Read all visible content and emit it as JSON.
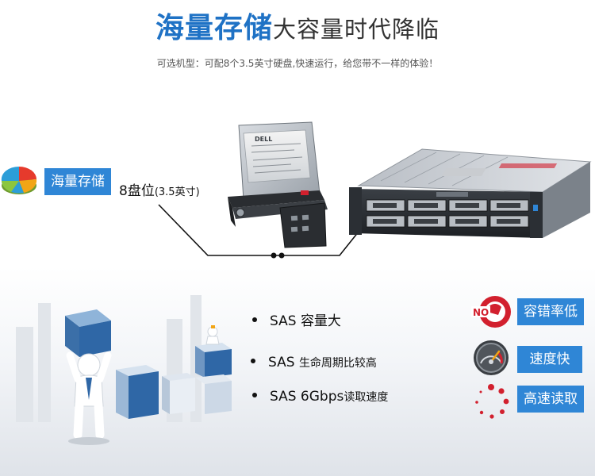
{
  "header": {
    "title_main": "海量存储",
    "title_sub": "大容量时代降临",
    "subtitle": "可选机型：可配8个3.5英寸硬盘,快速运行，给您带不一样的体验！"
  },
  "storage": {
    "tag": "海量存储",
    "bay_main": "8盘位",
    "bay_detail": "(3.5英寸)"
  },
  "hardware": {
    "drive_brand": "DELL"
  },
  "features": [
    {
      "prefix": "SAS ",
      "text": "容量大"
    },
    {
      "prefix": "SAS ",
      "text": "生命周期比较高"
    },
    {
      "prefix": "SAS 6Gbps",
      "text": "读取速度"
    }
  ],
  "badges": [
    {
      "label": "容错率低",
      "icon": "no-error-icon"
    },
    {
      "label": "速度快",
      "icon": "speedometer-icon"
    },
    {
      "label": "高速读取",
      "icon": "loading-spinner-icon"
    }
  ],
  "no_icon_text": "NO",
  "colors": {
    "accent_blue": "#2f86d6",
    "title_blue": "#1f72c5",
    "red": "#d2202e"
  }
}
